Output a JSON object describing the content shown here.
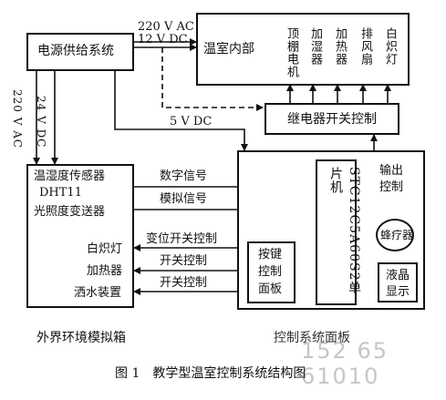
{
  "power_box": {
    "label": "电源供给系统"
  },
  "power_to_greenhouse": {
    "ac_label": "220 V AC",
    "dc_label": "12 V DC"
  },
  "greenhouse_box": {
    "label": "温室内部",
    "devices": [
      "顶棚电机",
      "加湿器",
      "加热器",
      "排风扇",
      "白炽灯"
    ]
  },
  "relay_box": {
    "label": "继电器开关控制"
  },
  "power_5v_label": "5 V DC",
  "power_to_sim": {
    "ac_label": "220 V AC",
    "dc_label": "24 V DC"
  },
  "sim_box": {
    "sensor_temp_humidity": "温湿度传感器",
    "sensor_model": "DHT11",
    "light_transmitter": "光照度变送器",
    "actuators": [
      "白炽灯",
      "加热器",
      "洒水装置"
    ],
    "caption": "外界环境模拟箱"
  },
  "signals": {
    "digital": "数字信号",
    "analog": "模拟信号",
    "variable_switch": "变位开关控制",
    "switch_1": "开关控制",
    "switch_2": "开关控制"
  },
  "mcu": {
    "label": "STC12C5A60S2单片机"
  },
  "output_control_label": "输出控制",
  "buzzer": {
    "label": "蜂疗器"
  },
  "keypad_panel": {
    "label": "按键控制面板"
  },
  "lcd": {
    "label": "液晶显示"
  },
  "control_caption": "控制系统面板",
  "figure_caption": "图 1　教学型温室控制系统结构图",
  "watermark": "152 65 61010"
}
